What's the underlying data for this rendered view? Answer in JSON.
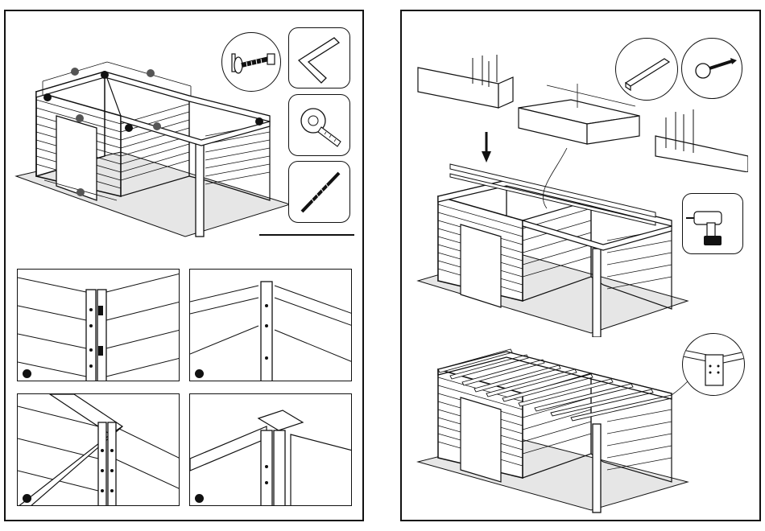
{
  "document": {
    "type": "assembly-instructions",
    "pages": [
      {
        "id": "left",
        "steps": [
          "overview-with-tools",
          "detail-corner-1",
          "detail-corner-2",
          "detail-corner-3",
          "detail-corner-4"
        ]
      },
      {
        "id": "right",
        "steps": [
          "roof-beam-install",
          "roof-slats-complete"
        ]
      }
    ]
  },
  "tools": {
    "left": [
      "bolt-with-washer-icon",
      "square-ruler-icon",
      "tape-measure-icon",
      "drill-bit-icon"
    ],
    "right": [
      "aluminium-profile-icon",
      "self-drilling-screw-icon",
      "cordless-drill-icon",
      "corner-bracket-detail-icon"
    ]
  },
  "colors": {
    "ink": "#111111",
    "paper": "#ffffff",
    "ground": "#e6e6e6"
  }
}
